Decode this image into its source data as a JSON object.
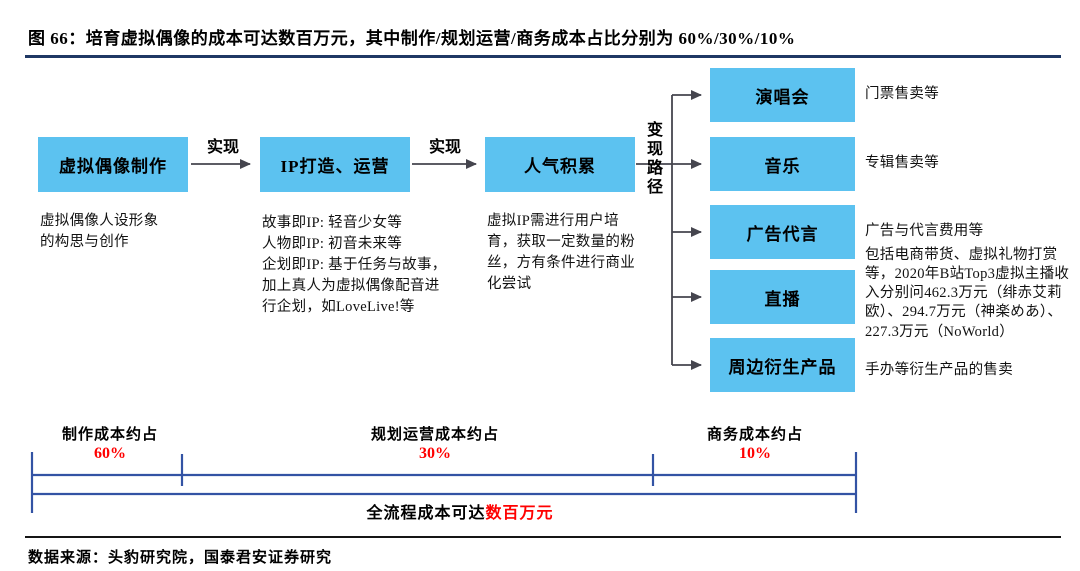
{
  "figure": {
    "title": "图 66：培育虚拟偶像的成本可达数百万元，其中制作/规划运营/商务成本占比分别为 60%/30%/10%",
    "source": "数据来源：头豹研究院，国泰君安证券研究"
  },
  "flow": {
    "arrow_label": "实现",
    "branch_label": "变现路径",
    "stages": [
      {
        "label": "虚拟偶像制作",
        "note": "虚拟偶像人设形象的构思与创作"
      },
      {
        "label": "IP打造、运营",
        "note": "故事即IP: 轻音少女等\n人物即IP: 初音未来等\n企划即IP: 基于任务与故事，加上真人为虚拟偶像配音进行企划，如LoveLive!等"
      },
      {
        "label": "人气积累",
        "note": "虚拟IP需进行用户培育，获取一定数量的粉丝，方有条件进行商业化尝试"
      }
    ],
    "paths": [
      {
        "label": "演唱会",
        "note": "门票售卖等"
      },
      {
        "label": "音乐",
        "note": "专辑售卖等"
      },
      {
        "label": "广告代言",
        "note": "广告与代言费用等"
      },
      {
        "label": "直播",
        "note": "包括电商带货、虚拟礼物打赏等，2020年B站Top3虚拟主播收入分别问462.3万元（绯赤艾莉欧）、294.7万元（神楽めあ）、227.3万元（NoWorld）"
      },
      {
        "label": "周边衍生产品",
        "note": "手办等衍生产品的售卖"
      }
    ]
  },
  "cost_bar": {
    "segments": [
      {
        "label": "制作成本约占",
        "pct": "60%"
      },
      {
        "label": "规划运营成本约占",
        "pct": "30%"
      },
      {
        "label": "商务成本约占",
        "pct": "10%"
      }
    ],
    "total_prefix": "全流程成本可达",
    "total_highlight": "数百万元"
  },
  "colors": {
    "box_blue": "#5cc2f0",
    "ruler_blue": "#3353a4",
    "accent_red": "#ff0000",
    "arrow_gray": "#45454e",
    "title_rule_navy": "#1f3864"
  }
}
